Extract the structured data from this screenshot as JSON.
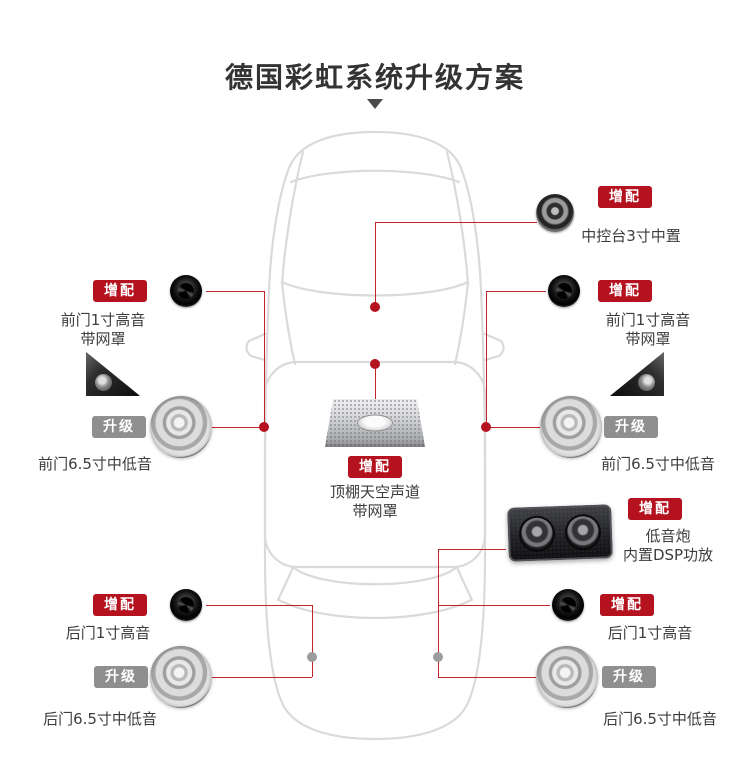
{
  "title": "德国彩虹系统升级方案",
  "colors": {
    "accent_red": "#b5121f",
    "line_red": "#c2242b",
    "badge_gray": "#8f8f8f",
    "car_outline": "#dadada"
  },
  "callouts": {
    "center_console": {
      "badge": "增配",
      "label": "中控台3寸中置"
    },
    "front_left_tweeter": {
      "badge": "增配",
      "label": "前门1寸高音",
      "label2": "带网罩"
    },
    "front_right_tweeter": {
      "badge": "增配",
      "label": "前门1寸高音",
      "label2": "带网罩"
    },
    "front_left_midbass": {
      "badge": "升级",
      "label": "前门6.5寸中低音"
    },
    "front_right_midbass": {
      "badge": "升级",
      "label": "前门6.5寸中低音"
    },
    "roof_channel": {
      "badge": "增配",
      "label": "顶棚天空声道",
      "label2": "带网罩"
    },
    "subwoofer": {
      "badge": "增配",
      "label": "低音炮",
      "label2": "内置DSP功放"
    },
    "rear_left_tweeter": {
      "badge": "增配",
      "label": "后门1寸高音"
    },
    "rear_right_tweeter": {
      "badge": "增配",
      "label": "后门1寸高音"
    },
    "rear_left_midbass": {
      "badge": "升级",
      "label": "后门6.5寸中低音"
    },
    "rear_right_midbass": {
      "badge": "升级",
      "label": "后门6.5寸中低音"
    }
  }
}
